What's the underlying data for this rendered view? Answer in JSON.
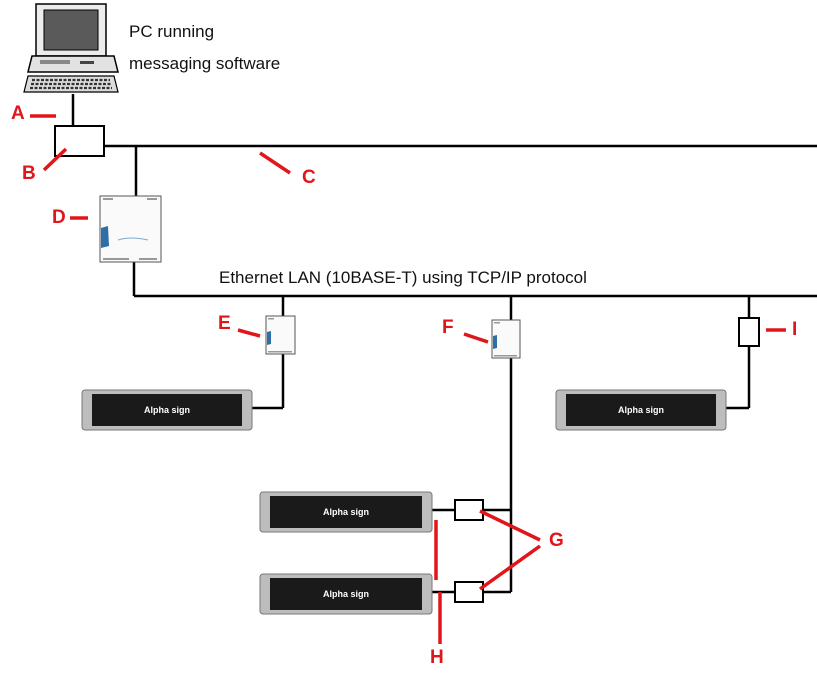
{
  "captions": {
    "pc_line1": "PC running",
    "pc_line2": "messaging software",
    "ethernet": "Ethernet LAN (10BASE-T) using TCP/IP protocol"
  },
  "callouts": {
    "a": "A",
    "b": "B",
    "c": "C",
    "d": "D",
    "e": "E",
    "f": "F",
    "g": "G",
    "h": "H",
    "i": "I"
  },
  "signs": {
    "sign1": "Alpha sign",
    "sign2": "Alpha sign",
    "sign3": "Alpha sign",
    "sign4": "Alpha sign"
  },
  "colors": {
    "callout": "#e0161b",
    "line": "#000000",
    "sign_body": "#1a1a1a"
  }
}
